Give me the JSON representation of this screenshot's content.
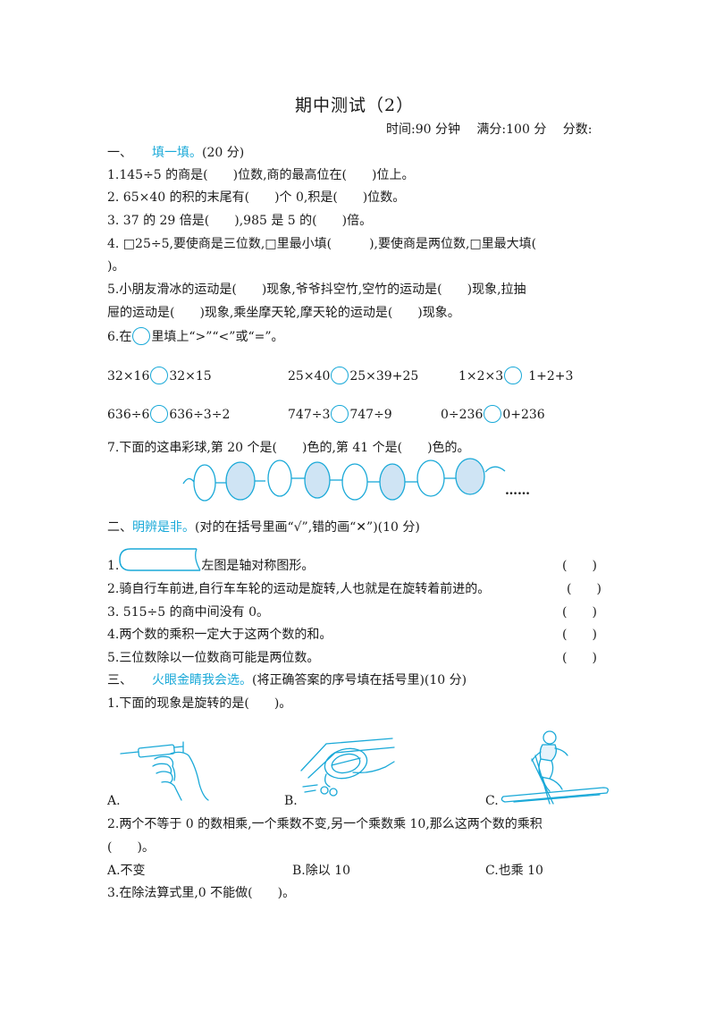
{
  "title": "期中测试（2）",
  "header_info": "时间:90 分钟　 满分:100 分　 分数:",
  "section1": {
    "num": "一、",
    "title": "填一填。",
    "score": "(20 分)",
    "q1": "1.145÷5 的商是(　　)位数,商的最高位在(　　)位上。",
    "q2": "2.  65×40 的积的末尾有(　　)个 0,积是(　　)位数。",
    "q3": "3.  37 的 29 倍是(　　),985 是 5 的(　　)倍。",
    "q4_line1": "4.  □25÷5,要使商是三位数,□里最小填(　　　),要使商是两位数,□里最大填(",
    "q4_line2": ")。",
    "q5_line1": "5.小朋友滑冰的运动是(　　)现象,爷爷抖空竹,空竹的运动是(　　)现象,拉抽",
    "q5_line2": "屉的运动是(　　)现象,乘坐摩天轮,摩天轮的运动是(　　)现象。",
    "q6_prefix": "6.在",
    "q6_suffix": "里填上“>”“<”或“=”。",
    "q6_items": [
      {
        "left": "32×16",
        "right": "32×15"
      },
      {
        "left": "25×40",
        "right": "25×39+25"
      },
      {
        "left": "1×2×3",
        "right": "1+2+3"
      },
      {
        "left": "636÷6",
        "right": "636÷3÷2"
      },
      {
        "left": "747÷3",
        "right": "747÷9"
      },
      {
        "left": "0÷236",
        "right": "0+236"
      }
    ],
    "q7": "7.下面的这串彩球,第 20 个是(　　)色的,第 41 个是(　　)色的。",
    "q7_ellipsis": "……"
  },
  "section2": {
    "num": "二、",
    "title": "明辨是非。",
    "instruction": "(对的在括号里画“√”,错的画“✕”)(10 分)",
    "items": [
      {
        "text_prefix": "1.",
        "text": "左图是轴对称图形。",
        "bracket": "(　　)"
      },
      {
        "text": "2.骑自行车前进,自行车车轮的运动是旋转,人也就是在旋转着前进的。",
        "bracket": "(　　)"
      },
      {
        "text": "3.  515÷5 的商中间没有 0。",
        "bracket": "(　　)"
      },
      {
        "text": "4.两个数的乘积一定大于这两个数的和。",
        "bracket": "(　　)"
      },
      {
        "text": "5.三位数除以一位数商可能是两位数。",
        "bracket": "(　　)"
      }
    ]
  },
  "section3": {
    "num": "三、",
    "title": "火眼金睛我会选。",
    "instruction": "(将正确答案的序号填在括号里)(10 分)",
    "q1": "1.下面的现象是旋转的是(　　)。",
    "q1_options": [
      "A.",
      "B.",
      "C."
    ],
    "q2_line1": "2.两个不等于 0 的数相乘,一个乘数不变,另一个乘数乘 10,那么这两个数的乘积",
    "q2_line2": "(　　)。",
    "q2_options": [
      "A.不变",
      "B.除以 10",
      "C.也乘 10"
    ],
    "q3": "3.在除法算式里,0 不能做(　　)。"
  },
  "colors": {
    "accent": "#1aa9d8",
    "ball_fill": "#cfe4f4",
    "text": "#1a1a1a"
  }
}
